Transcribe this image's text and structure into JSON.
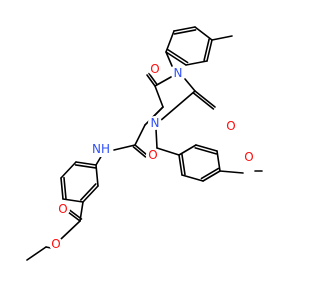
{
  "diagram": {
    "colors": {
      "bond": "#000000",
      "oxygen": "#ff0d0d",
      "nitrogen": "#3050f8"
    },
    "atoms": [
      {
        "id": "o1",
        "label": "O",
        "element": "oxygen"
      },
      {
        "id": "o2",
        "label": "O",
        "element": "oxygen"
      },
      {
        "id": "o3",
        "label": "O",
        "element": "oxygen"
      },
      {
        "id": "o4",
        "label": "O",
        "element": "oxygen"
      },
      {
        "id": "o5",
        "label": "O",
        "element": "oxygen"
      },
      {
        "id": "o6",
        "label": "O",
        "element": "oxygen"
      },
      {
        "id": "n1",
        "label": "N",
        "element": "nitrogen"
      },
      {
        "id": "n2",
        "label": "N",
        "element": "nitrogen"
      },
      {
        "id": "nh",
        "label": "NH",
        "element": "nitrogen"
      }
    ]
  }
}
